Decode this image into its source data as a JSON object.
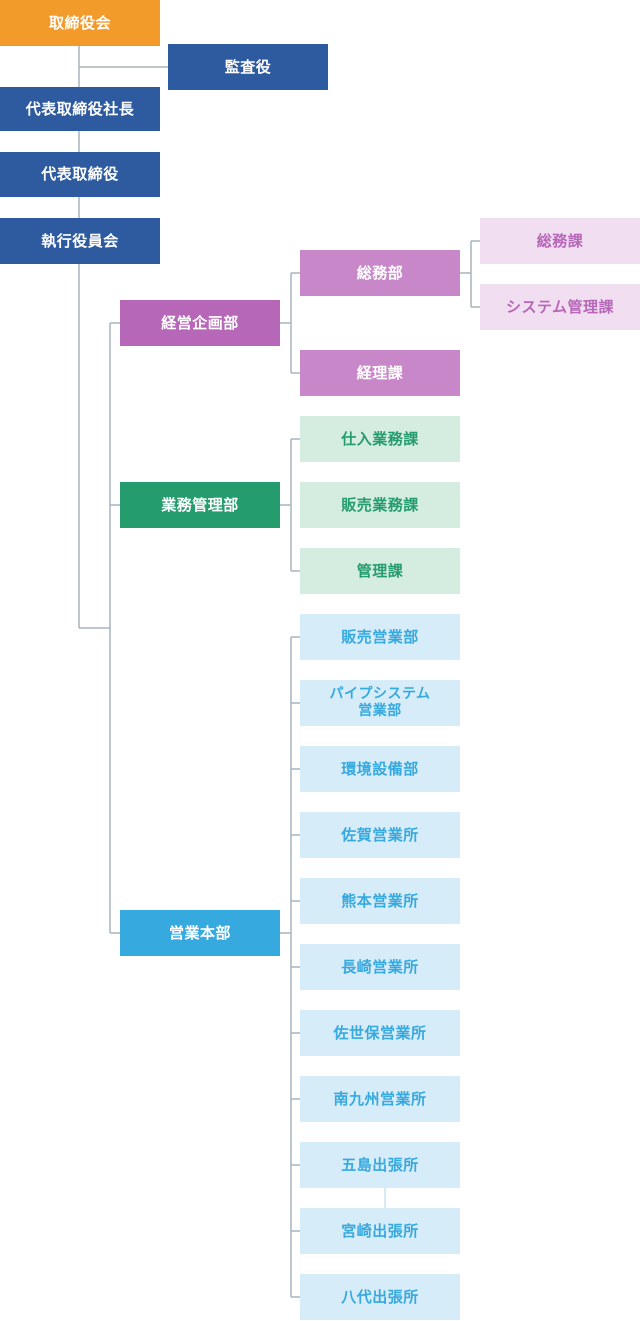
{
  "board": "取締役会",
  "auditor": "監査役",
  "president": "代表取締役社長",
  "rep_director": "代表取締役",
  "executive": "執行役員会",
  "planning": {
    "name": "経営企画部",
    "general_affairs": {
      "name": "総務部",
      "sections": [
        "総務課",
        "システム管理課"
      ]
    },
    "accounting": "経理課"
  },
  "business": {
    "name": "業務管理部",
    "sections": [
      "仕入業務課",
      "販売業務課",
      "管理課"
    ]
  },
  "sales": {
    "name": "営業本部",
    "units": [
      "販売営業部",
      "パイプシステム\n営業部",
      "環境設備部",
      "佐賀営業所",
      "熊本営業所",
      "長崎営業所",
      "佐世保営業所",
      "南九州営業所",
      "五島出張所",
      "宮崎出張所",
      "八代出張所"
    ]
  },
  "colors": {
    "board": "#f39b2a",
    "executive": "#2e5a9f",
    "planning": "#b767b8",
    "business": "#249c6d",
    "sales": "#36a9df",
    "connector": "#a9b4bd"
  }
}
